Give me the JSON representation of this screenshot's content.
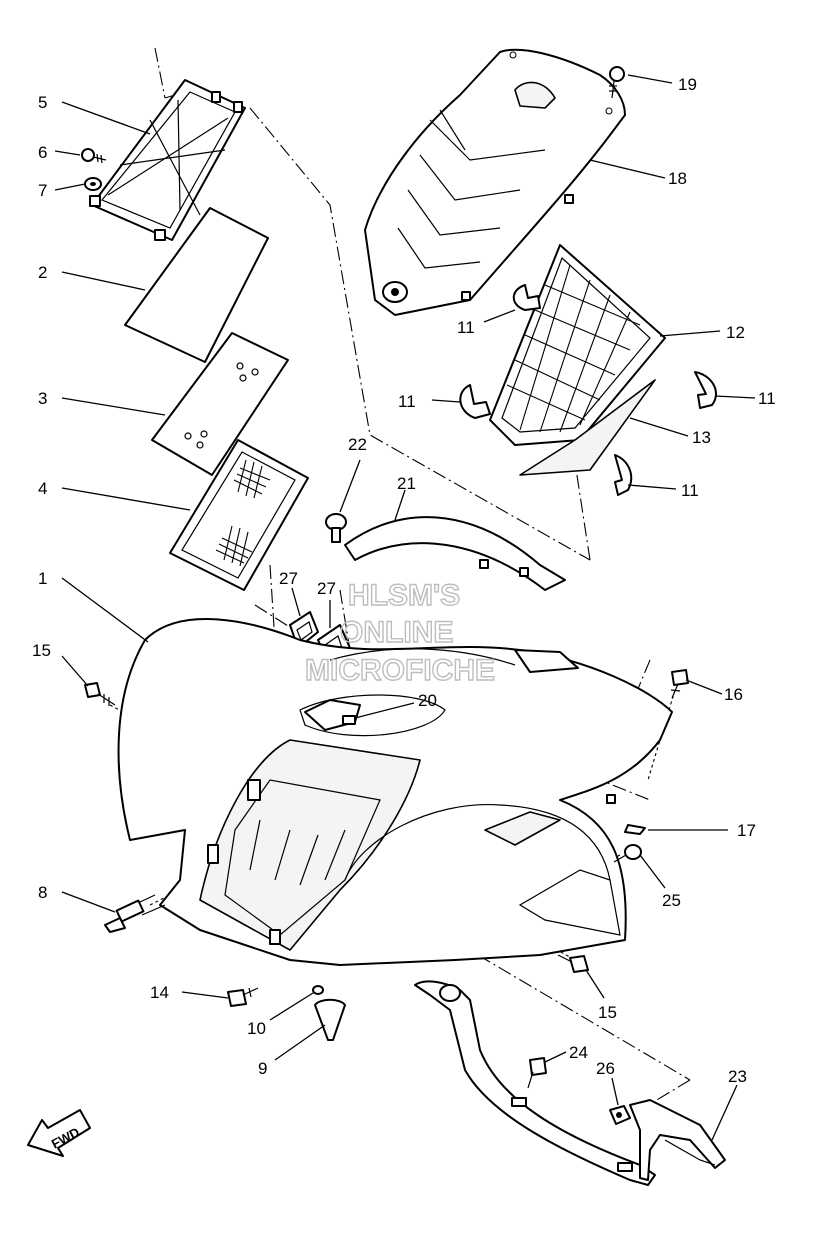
{
  "watermark": {
    "line1": "HLSM'S",
    "line2": "ONLINE",
    "line3": "MICROFICHE"
  },
  "direction_badge": "FWD",
  "callouts": {
    "c1": "1",
    "c2": "2",
    "c3": "3",
    "c4": "4",
    "c5": "5",
    "c6": "6",
    "c7": "7",
    "c8": "8",
    "c9": "9",
    "c10": "10",
    "c11a": "11",
    "c11b": "11",
    "c11c": "11",
    "c11d": "11",
    "c12": "12",
    "c13": "13",
    "c14": "14",
    "c15a": "15",
    "c15b": "15",
    "c16": "16",
    "c17": "17",
    "c18": "18",
    "c19": "19",
    "c20": "20",
    "c21": "21",
    "c22": "22",
    "c23": "23",
    "c24": "24",
    "c25": "25",
    "c26": "26",
    "c27a": "27",
    "c27b": "27"
  },
  "colors": {
    "line": "#000000",
    "background": "#ffffff",
    "watermark": "#bdbdbd"
  }
}
